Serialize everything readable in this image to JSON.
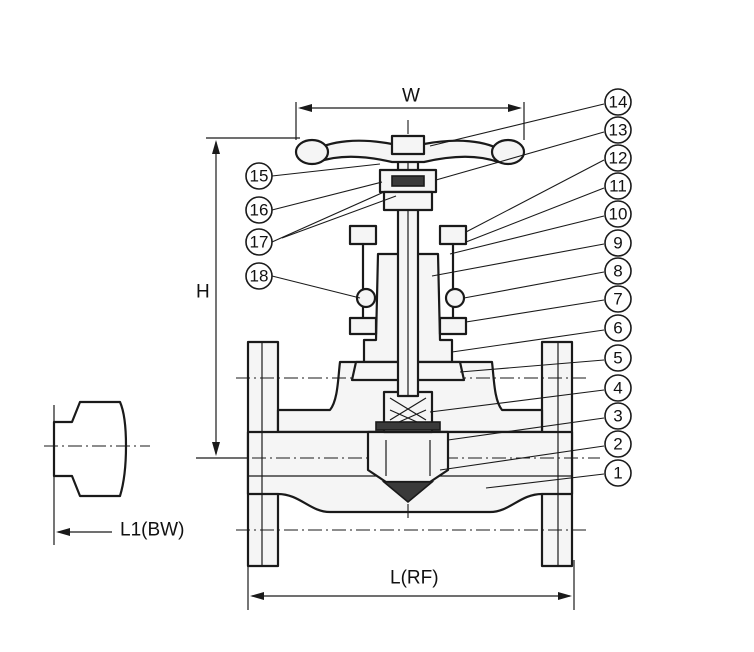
{
  "dimensions": {
    "width_label": "W",
    "height_label": "H",
    "length_rf_label": "L(RF)",
    "length_bw_label": "L1(BW)"
  },
  "callouts": [
    "1",
    "2",
    "3",
    "4",
    "5",
    "6",
    "7",
    "8",
    "9",
    "10",
    "11",
    "12",
    "13",
    "14",
    "15",
    "16",
    "17",
    "18"
  ]
}
